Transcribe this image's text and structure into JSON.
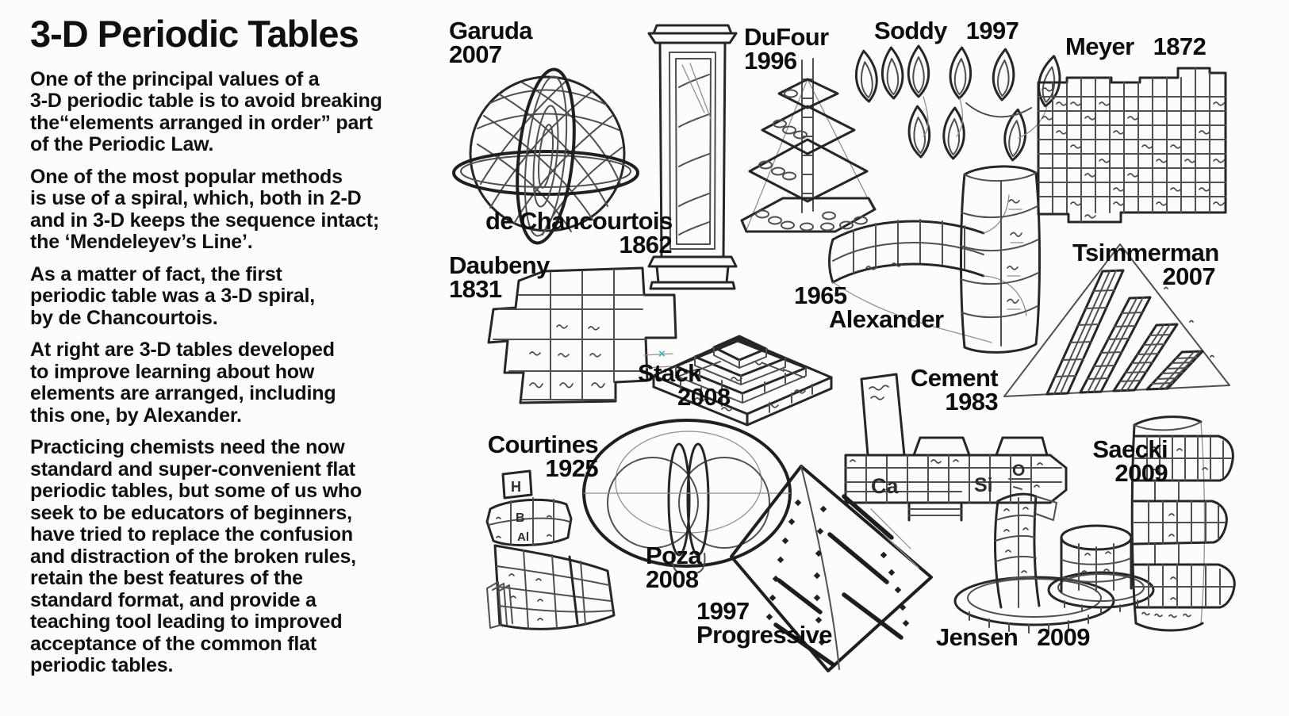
{
  "colors": {
    "paper": "#fcfcfb",
    "ink": "#101010",
    "pencil": "#4f4f4f",
    "accent_mark": "#2fb3b3"
  },
  "article": {
    "title": "3-D Periodic Tables",
    "paragraphs": [
      "One of the principal values of a\n3-D periodic table is to avoid breaking\nthe“elements arranged in order” part\nof the Periodic Law.",
      "One of the most popular methods\nis use of a spiral, which, both in 2-D\nand in 3-D keeps the sequence intact;\nthe ‘Mendeleyev’s Line’.",
      "As a matter of fact, the first\nperiodic table was a 3-D spiral,\nby de Chancourtois.",
      "At right are 3-D tables developed\nto improve learning about how\nelements are arranged, including\nthis one, by Alexander.",
      "Practicing chemists need the now\nstandard and super-convenient flat\nperiodic tables, but some of us who\nseek to be educators of beginners,\nhave tried to replace the confusion\nand distraction of the broken rules,\nretain the best features of the\nstandard format, and provide a\nteaching tool leading to improved\nacceptance of the common flat\nperiodic tables."
    ]
  },
  "figures": {
    "garuda": {
      "name": "Garuda",
      "year": "2007"
    },
    "chancourtois": {
      "name": "de Chancourtois",
      "year": "1862"
    },
    "dufour": {
      "name": "DuFour",
      "year": "1996"
    },
    "soddy": {
      "name": "Soddy",
      "year": "1997"
    },
    "meyer": {
      "name": "Meyer",
      "year": "1872"
    },
    "daubeny": {
      "name": "Daubeny",
      "year": "1831"
    },
    "stack": {
      "name": "Stack",
      "year": "2008"
    },
    "alexander": {
      "name": "Alexander",
      "year": "1965"
    },
    "tsimmerman": {
      "name": "Tsimmerman",
      "year": "2007"
    },
    "cement": {
      "name": "Cement",
      "year": "1983",
      "symbols": {
        "ca": "Ca",
        "si": "Si",
        "o": "O"
      }
    },
    "courtines": {
      "name": "Courtines",
      "year": "1925",
      "symbols": {
        "h": "H",
        "b": "B",
        "al": "Al"
      }
    },
    "poza": {
      "name": "Poza",
      "year": "2008"
    },
    "progressive": {
      "name": "Progressive",
      "year": "1997"
    },
    "jensen": {
      "name": "Jensen",
      "year": "2009"
    },
    "saecki": {
      "name": "Saecki",
      "year": "2009"
    }
  },
  "marks": {
    "stray": "×"
  }
}
